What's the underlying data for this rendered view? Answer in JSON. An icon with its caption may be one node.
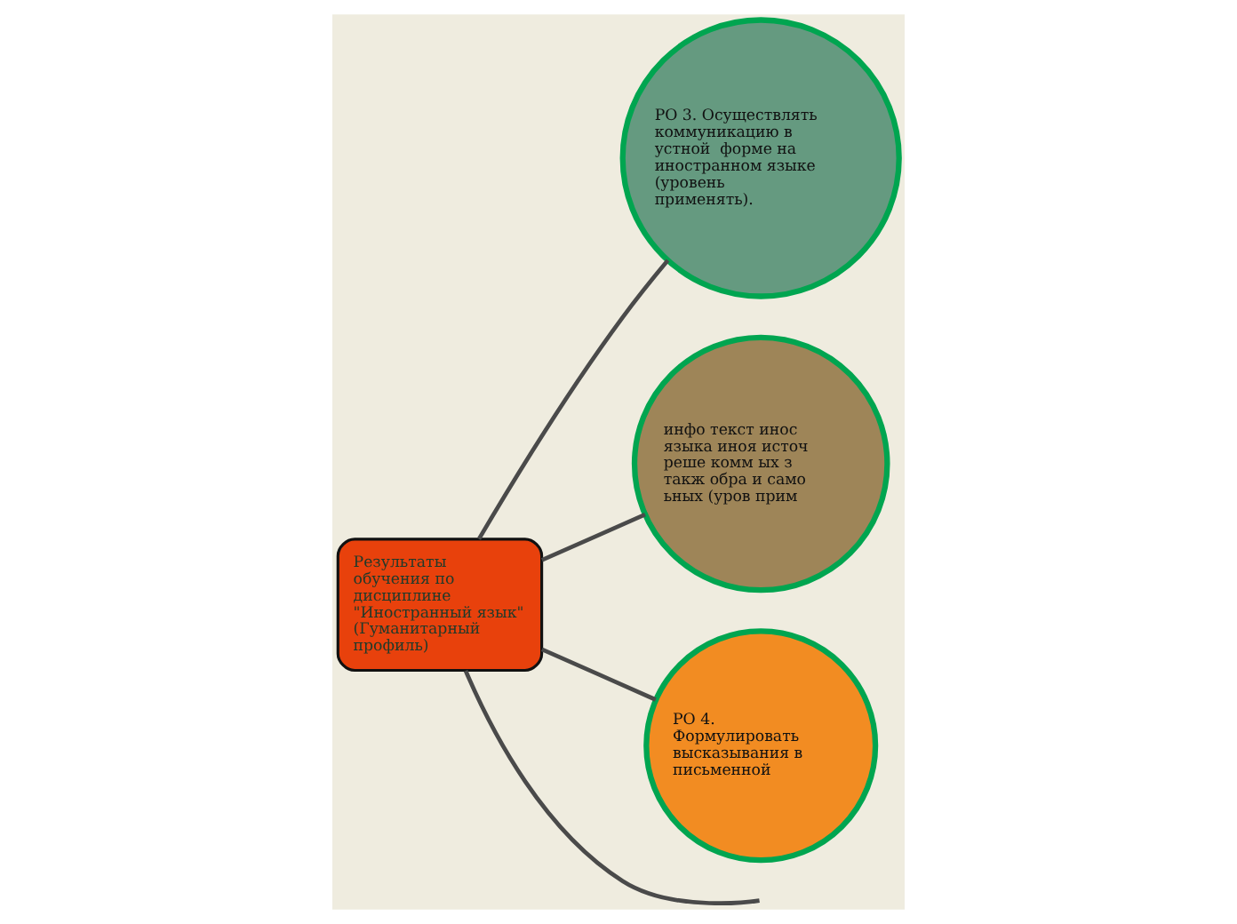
{
  "diagram": {
    "nodes": [
      {
        "text": [
          "Результаты обучения по дисциплине \"Иностранный язык\" (Гуманитарный профиль)"
        ]
      },
      {
        "text": [
          "РО 3. Осуществлять коммуникацию в устной  форме на иностранном языке (уровень применять)."
        ]
      },
      {
        "text": [
          "инфо текст иноc языка иноя источ реше комм ых з такж обра и само ьных (уров прим"
        ]
      },
      {
        "text": [
          "РО 4. Формулировать высказывания в письменной"
        ]
      }
    ],
    "edges": [
      {
        "from": 0,
        "to": null,
        "arrow": "none"
      },
      {
        "from": 0,
        "to": 2,
        "arrow": "none"
      },
      {
        "from": 0,
        "to": 1,
        "arrow": "none"
      },
      {
        "from": 0,
        "to": 3,
        "arrow": "none"
      }
    ]
  }
}
